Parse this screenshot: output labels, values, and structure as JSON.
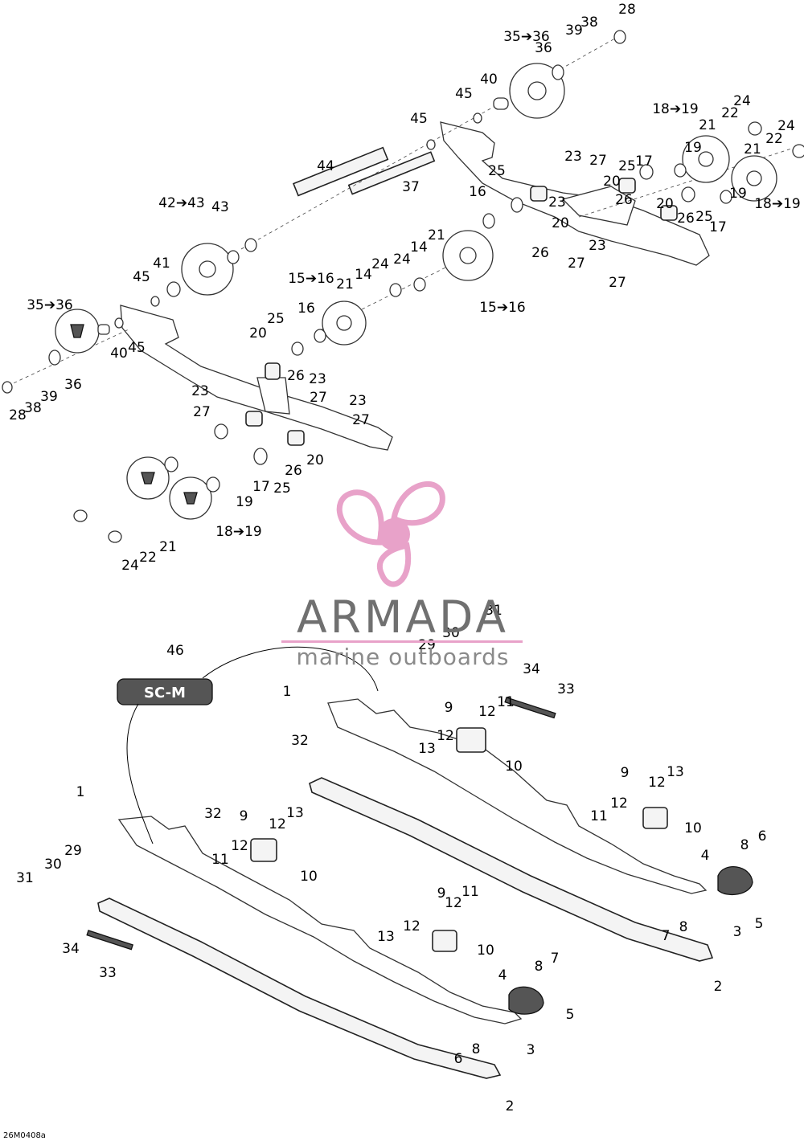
{
  "figure": {
    "code": "26M0408a",
    "callouts": [
      {
        "text": "28"
      },
      {
        "text": "38"
      },
      {
        "text": "39"
      },
      {
        "text": "35➔36"
      },
      {
        "text": "36"
      },
      {
        "text": "40"
      },
      {
        "text": "45"
      },
      {
        "text": "45"
      },
      {
        "text": "44"
      },
      {
        "text": "37"
      },
      {
        "text": "18➔19"
      },
      {
        "text": "21"
      },
      {
        "text": "22"
      },
      {
        "text": "24"
      },
      {
        "text": "24"
      },
      {
        "text": "22"
      },
      {
        "text": "21"
      },
      {
        "text": "19"
      },
      {
        "text": "18➔19"
      },
      {
        "text": "19"
      },
      {
        "text": "23"
      },
      {
        "text": "27"
      },
      {
        "text": "20"
      },
      {
        "text": "25"
      },
      {
        "text": "17"
      },
      {
        "text": "26"
      },
      {
        "text": "25"
      },
      {
        "text": "17"
      },
      {
        "text": "20"
      },
      {
        "text": "26"
      },
      {
        "text": "23"
      },
      {
        "text": "27"
      },
      {
        "text": "27"
      },
      {
        "text": "25"
      },
      {
        "text": "16"
      },
      {
        "text": "23"
      },
      {
        "text": "20"
      },
      {
        "text": "26"
      },
      {
        "text": "21"
      },
      {
        "text": "14"
      },
      {
        "text": "24"
      },
      {
        "text": "15➔16"
      },
      {
        "text": "42➔43"
      },
      {
        "text": "43"
      },
      {
        "text": "41"
      },
      {
        "text": "45"
      },
      {
        "text": "15➔16"
      },
      {
        "text": "21"
      },
      {
        "text": "14"
      },
      {
        "text": "24"
      },
      {
        "text": "16"
      },
      {
        "text": "25"
      },
      {
        "text": "35➔36"
      },
      {
        "text": "40"
      },
      {
        "text": "45"
      },
      {
        "text": "36"
      },
      {
        "text": "28"
      },
      {
        "text": "38"
      },
      {
        "text": "39"
      },
      {
        "text": "20"
      },
      {
        "text": "26"
      },
      {
        "text": "23"
      },
      {
        "text": "23"
      },
      {
        "text": "27"
      },
      {
        "text": "27"
      },
      {
        "text": "23"
      },
      {
        "text": "27"
      },
      {
        "text": "26"
      },
      {
        "text": "20"
      },
      {
        "text": "17"
      },
      {
        "text": "25"
      },
      {
        "text": "19"
      },
      {
        "text": "18➔19"
      },
      {
        "text": "21"
      },
      {
        "text": "22"
      },
      {
        "text": "24"
      },
      {
        "text": "46"
      },
      {
        "text": "31"
      },
      {
        "text": "30"
      },
      {
        "text": "29"
      },
      {
        "text": "34"
      },
      {
        "text": "33"
      },
      {
        "text": "1"
      },
      {
        "text": "32"
      },
      {
        "text": "9"
      },
      {
        "text": "12"
      },
      {
        "text": "11"
      },
      {
        "text": "12"
      },
      {
        "text": "13"
      },
      {
        "text": "10"
      },
      {
        "text": "9"
      },
      {
        "text": "12"
      },
      {
        "text": "13"
      },
      {
        "text": "12"
      },
      {
        "text": "11"
      },
      {
        "text": "10"
      },
      {
        "text": "4"
      },
      {
        "text": "8"
      },
      {
        "text": "6"
      },
      {
        "text": "5"
      },
      {
        "text": "7"
      },
      {
        "text": "8"
      },
      {
        "text": "3"
      },
      {
        "text": "2"
      },
      {
        "text": "1"
      },
      {
        "text": "32"
      },
      {
        "text": "9"
      },
      {
        "text": "13"
      },
      {
        "text": "12"
      },
      {
        "text": "12"
      },
      {
        "text": "11"
      },
      {
        "text": "10"
      },
      {
        "text": "31"
      },
      {
        "text": "30"
      },
      {
        "text": "29"
      },
      {
        "text": "34"
      },
      {
        "text": "33"
      },
      {
        "text": "9"
      },
      {
        "text": "12"
      },
      {
        "text": "11"
      },
      {
        "text": "12"
      },
      {
        "text": "13"
      },
      {
        "text": "10"
      },
      {
        "text": "4"
      },
      {
        "text": "8"
      },
      {
        "text": "7"
      },
      {
        "text": "5"
      },
      {
        "text": "6"
      },
      {
        "text": "8"
      },
      {
        "text": "3"
      },
      {
        "text": "2"
      }
    ]
  },
  "watermark": {
    "brand": "ARMADA",
    "tagline": "marine outboards",
    "colors": {
      "accent": "#e8a2c9",
      "text": "#707070"
    },
    "icon": "propeller-icon"
  }
}
